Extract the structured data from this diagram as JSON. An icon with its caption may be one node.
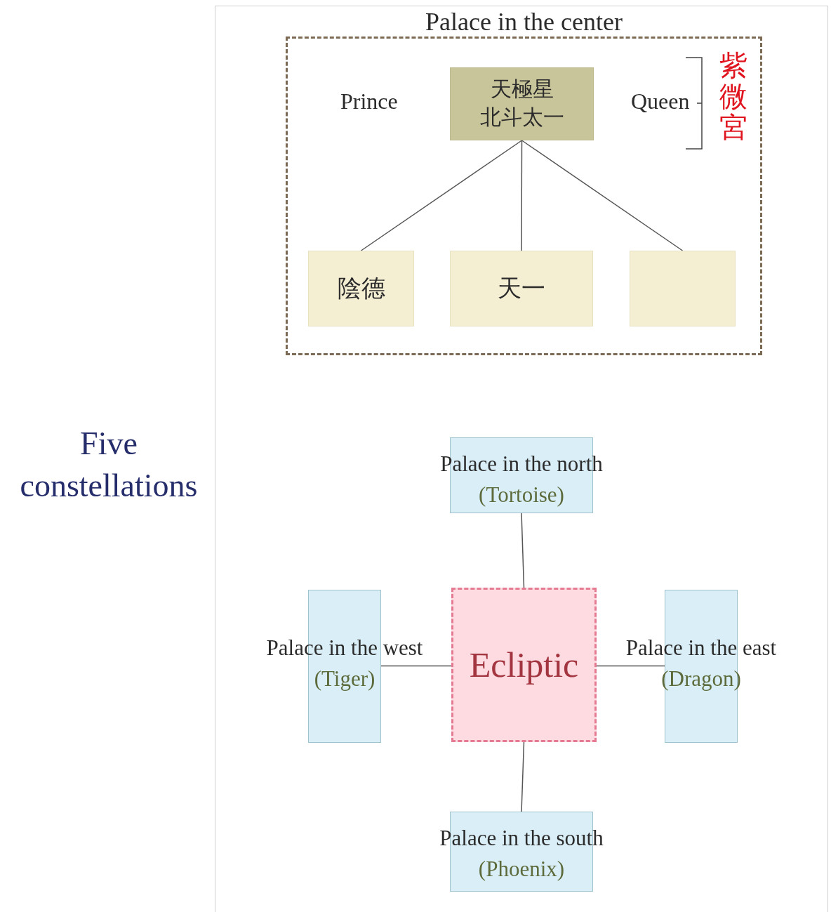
{
  "diagram": {
    "title": "Five constellations",
    "nodes": [
      {
        "text": [
          "Palace in the center"
        ]
      },
      {
        "text": [
          "天極星",
          "北斗太一"
        ],
        "in": 0
      },
      {
        "text": [
          "陰德"
        ],
        "in": 0
      },
      {
        "text": [
          "天一"
        ],
        "in": 0
      },
      {
        "text": [],
        "shape": "box",
        "in": 0
      },
      {
        "text": [
          "Palace in the north",
          "(Tortoise)"
        ]
      },
      {
        "text": [
          "Palace in the west",
          "(Tiger)"
        ]
      },
      {
        "text": [
          "Ecliptic"
        ]
      },
      {
        "text": [
          "Palace in the east",
          "(Dragon)"
        ]
      },
      {
        "text": [
          "Palace in the south",
          "(Phoenix)"
        ]
      }
    ],
    "edges": [
      {
        "from": 1,
        "to": 2,
        "arrow": "none"
      },
      {
        "from": 1,
        "to": 3,
        "arrow": "none"
      },
      {
        "from": 1,
        "to": 4,
        "arrow": "none"
      },
      {
        "from": 5,
        "to": 7,
        "arrow": "none"
      },
      {
        "from": 6,
        "to": 7,
        "arrow": "none"
      },
      {
        "from": 7,
        "to": 8,
        "arrow": "none"
      },
      {
        "from": 7,
        "to": 9,
        "arrow": "none"
      }
    ],
    "labels": [
      "Prince",
      "Queen",
      "紫微宮"
    ]
  }
}
